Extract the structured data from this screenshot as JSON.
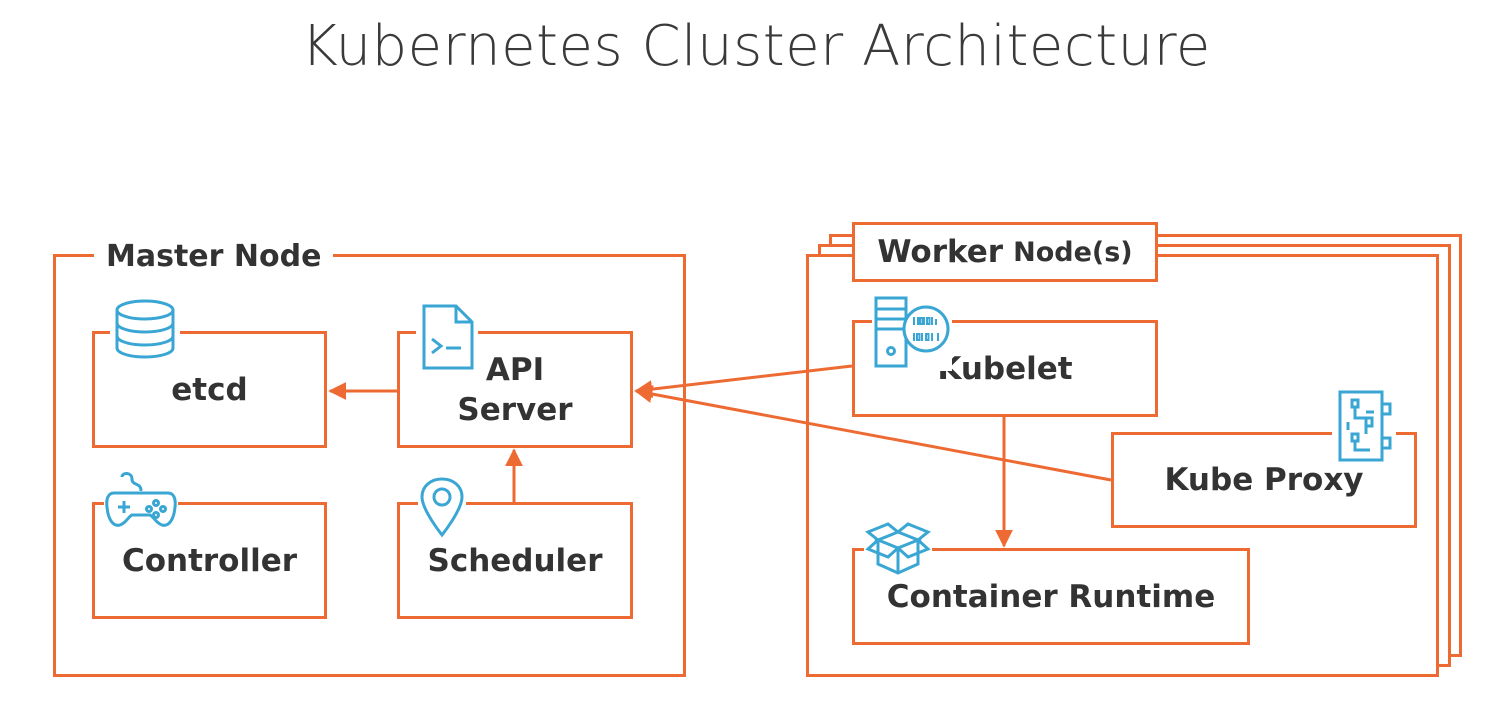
{
  "title": "Kubernetes Cluster Architecture",
  "colors": {
    "accent": "#ee6a33",
    "icon": "#3aa6d4",
    "text": "#333333"
  },
  "master": {
    "label": "Master Node",
    "etcd": {
      "label": "etcd",
      "icon": "database-icon"
    },
    "api_server": {
      "label_line1": "API",
      "label_line2": "Server",
      "icon": "terminal-file-icon"
    },
    "controller": {
      "label": "Controller",
      "icon": "gamepad-icon"
    },
    "scheduler": {
      "label": "Scheduler",
      "icon": "location-pin-icon"
    }
  },
  "worker": {
    "label_a": "Worker",
    "label_b": "Node(s)",
    "kubelet": {
      "label": "Kubelet",
      "icon": "server-binary-icon"
    },
    "kube_proxy": {
      "label": "Kube Proxy",
      "icon": "circuit-board-icon"
    },
    "container_runtime": {
      "label": "Container Runtime",
      "icon": "open-box-icon"
    }
  }
}
